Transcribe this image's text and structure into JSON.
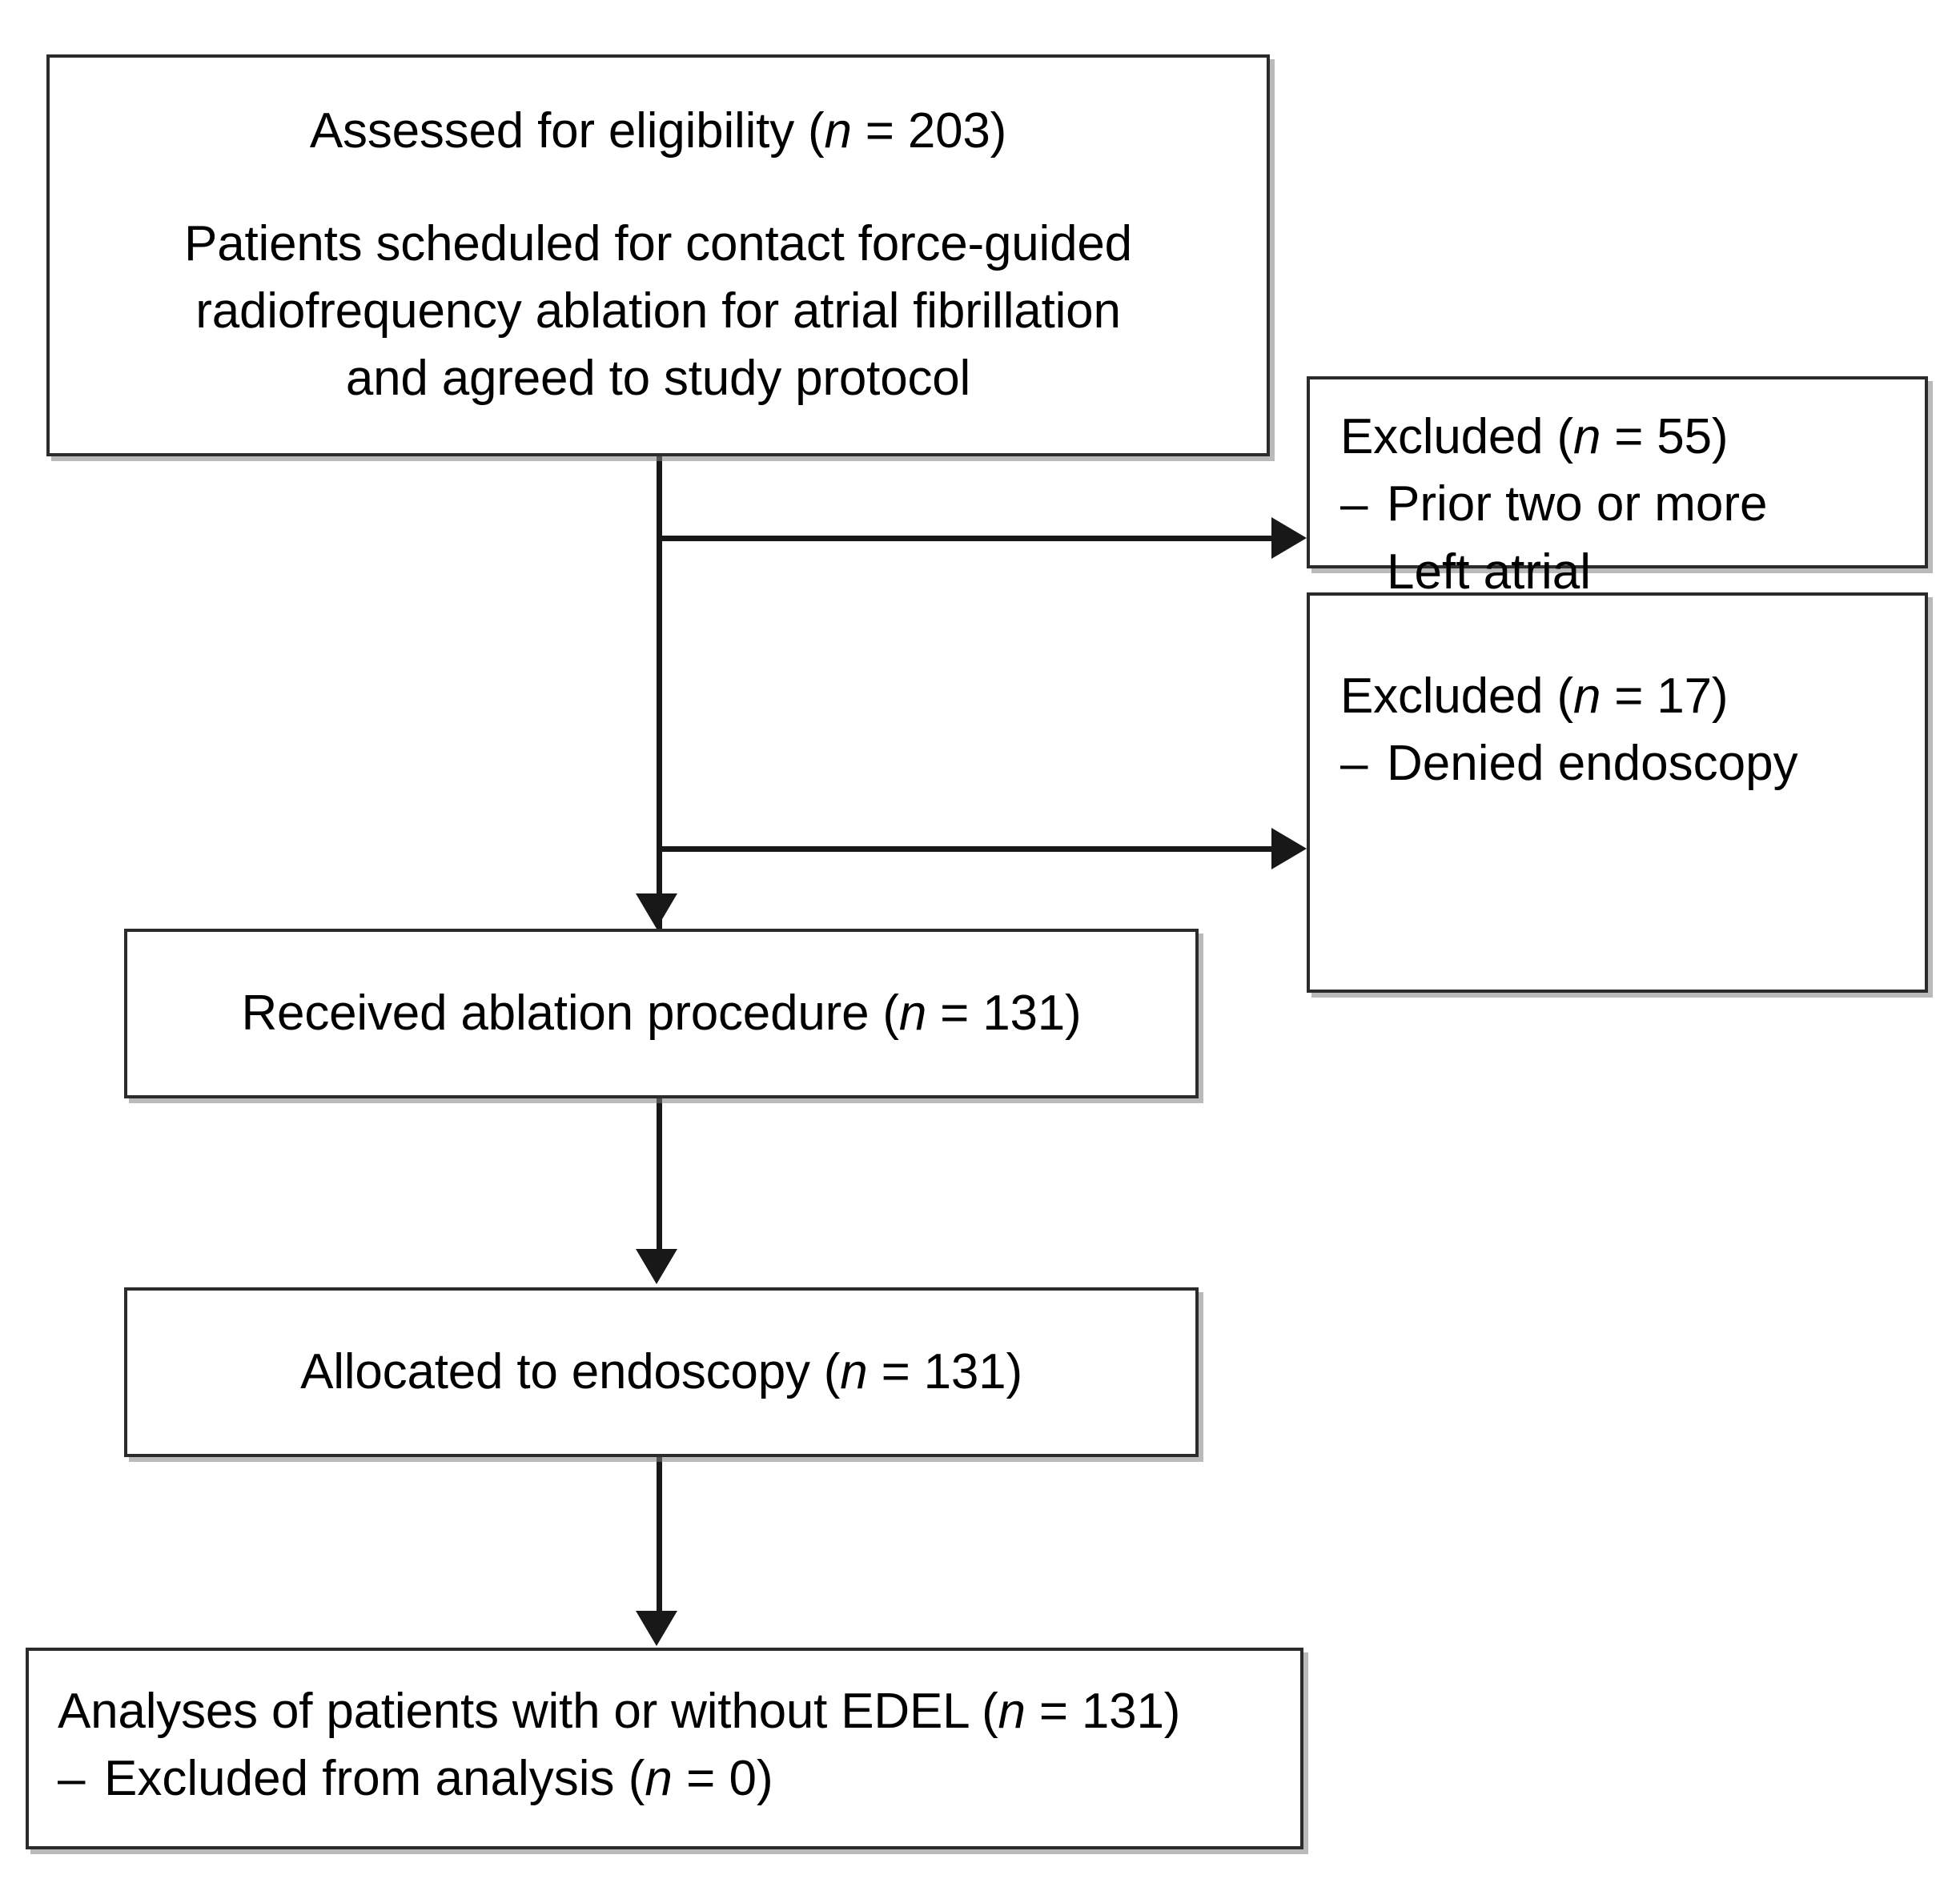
{
  "diagram": {
    "title": "CONSORT-style patient flow diagram",
    "colors": {
      "box_border": "#2b2b2b",
      "connector": "#181818",
      "background": "#ffffff",
      "shadow": "#828282"
    },
    "nodes": {
      "assessed": {
        "line1_prefix": "Assessed for eligibility (",
        "line1_italic_n": "n",
        "line1_suffix": " = 203)",
        "body": "Patients scheduled for contact force-guided radiofrequency ablation for atrial fibrillation and agreed to study protocol",
        "n_value": 203
      },
      "excluded_1": {
        "header_prefix": "Excluded (",
        "header_italic_n": "n",
        "header_suffix": " = 55)",
        "n_value": 55,
        "bullet_dash": "–",
        "bullet_text": "Prior two or more",
        "bullet_continuation": "Left atrial"
      },
      "excluded_2": {
        "header_prefix": "Excluded (",
        "header_italic_n": "n",
        "header_suffix": " = 17)",
        "n_value": 17,
        "bullet_dash": "–",
        "bullet_text": "Denied endoscopy"
      },
      "received": {
        "prefix": "Received ablation procedure (",
        "italic_n": "n",
        "suffix": " = 131)",
        "n_value": 131
      },
      "allocated": {
        "prefix": "Allocated to endoscopy (",
        "italic_n": "n",
        "suffix": " = 131)",
        "n_value": 131
      },
      "analyses": {
        "header_prefix": "Analyses of patients with or without EDEL (",
        "header_italic_n": "n",
        "header_suffix": " = 131)",
        "n_value": 131,
        "bullet_dash": "–",
        "bullet_prefix": "Excluded from analysis (",
        "bullet_italic_n": "n",
        "bullet_suffix": " = 0)",
        "bullet_n_value": 0
      }
    },
    "flow": {
      "edges": [
        {
          "from": "assessed",
          "to": "excluded_1",
          "type": "branch-right"
        },
        {
          "from": "assessed",
          "to": "excluded_2",
          "type": "branch-right"
        },
        {
          "from": "assessed",
          "to": "received",
          "type": "down"
        },
        {
          "from": "received",
          "to": "allocated",
          "type": "down"
        },
        {
          "from": "allocated",
          "to": "analyses",
          "type": "down"
        }
      ]
    }
  }
}
